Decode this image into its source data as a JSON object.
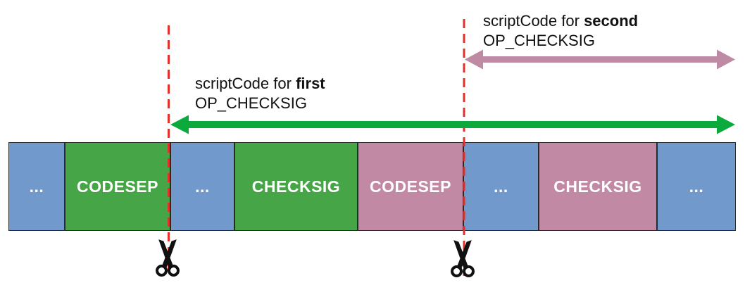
{
  "annotations": {
    "first": {
      "prefix": "scriptCode for ",
      "emphasis": "first",
      "line2": "OP_CHECKSIG"
    },
    "second": {
      "prefix": "scriptCode for ",
      "emphasis": "second",
      "line2": "OP_CHECKSIG"
    }
  },
  "script_blocks": [
    {
      "label": "...",
      "color": "blue"
    },
    {
      "label": "CODESEP",
      "color": "green"
    },
    {
      "label": "...",
      "color": "blue"
    },
    {
      "label": "CHECKSIG",
      "color": "green"
    },
    {
      "label": "CODESEP",
      "color": "pink"
    },
    {
      "label": "...",
      "color": "blue"
    },
    {
      "label": "CHECKSIG",
      "color": "pink"
    },
    {
      "label": "...",
      "color": "blue"
    }
  ],
  "icons": {
    "scissors_first": "scissors-icon",
    "scissors_second": "scissors-icon"
  },
  "colors": {
    "block_blue": "#7299CC",
    "block_green": "#46A546",
    "block_pink": "#C189A3",
    "arrow_green": "#0CA93C",
    "arrow_pink": "#BF8BA4",
    "cut_line_red": "#E2302A",
    "block_border": "#2A2A2A",
    "block_text": "#FFFFFF",
    "label_text": "#111111",
    "scissors_black": "#111111"
  }
}
